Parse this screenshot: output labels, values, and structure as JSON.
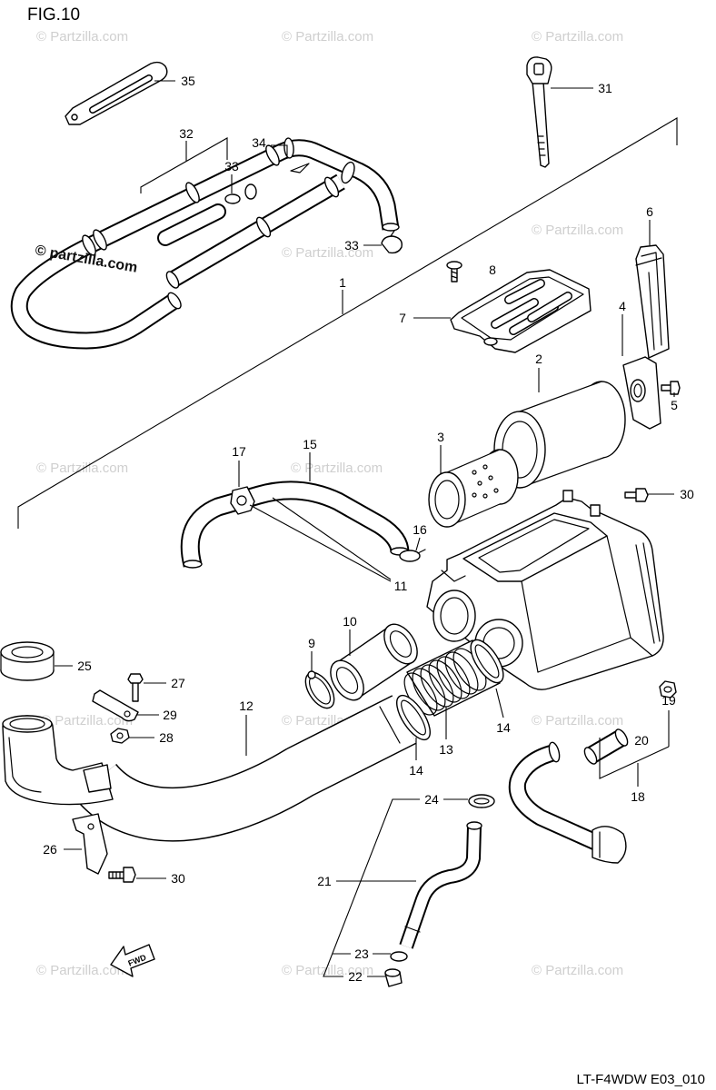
{
  "figure": {
    "title": "FIG.10",
    "code": "LT-F4WDW E03_010"
  },
  "watermark": "© Partzilla.com",
  "logo_text": "© partzilla.com",
  "fwd_arrow": "FWD",
  "callouts": [
    "35",
    "31",
    "32",
    "34",
    "33",
    "33",
    "6",
    "8",
    "7",
    "4",
    "1",
    "2",
    "5",
    "3",
    "17",
    "15",
    "30",
    "16",
    "11",
    "10",
    "9",
    "25",
    "27",
    "29",
    "28",
    "12",
    "14",
    "13",
    "14",
    "19",
    "20",
    "18",
    "24",
    "26",
    "30",
    "21",
    "23",
    "22"
  ],
  "colors": {
    "line": "#000000",
    "background": "#ffffff",
    "watermark": "#cfcfcf"
  }
}
